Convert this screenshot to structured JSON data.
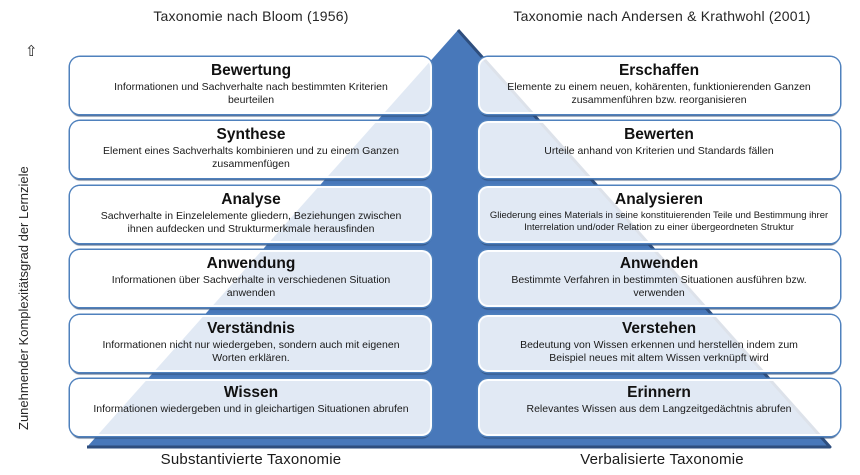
{
  "headers": {
    "left": "Taxonomie nach Bloom (1956)",
    "right": "Taxonomie nach Andersen & Krathwohl (2001)"
  },
  "axis": {
    "label": "Zunehmender Komplexitätsgrad der Lernziele",
    "arrow": "⇧"
  },
  "left": {
    "footer": "Substantivierte Taxonomie",
    "levels": [
      {
        "title": "Bewertung",
        "description": "Informationen und Sachverhalte nach bestimmten Kriterien beurteilen"
      },
      {
        "title": "Synthese",
        "description": "Element eines Sachverhalts kombinieren und zu einem Ganzen zusammenfügen"
      },
      {
        "title": "Analyse",
        "description": "Sachverhalte in Einzelelemente gliedern, Beziehungen zwischen ihnen aufdecken und Strukturmerkmale herausfinden"
      },
      {
        "title": "Anwendung",
        "description": "Informationen über Sachverhalte in verschiedenen Situation anwenden"
      },
      {
        "title": "Verständnis",
        "description": "Informationen nicht nur wiedergeben, sondern auch mit eigenen Worten erklären."
      },
      {
        "title": "Wissen",
        "description": "Informationen wiedergeben und in gleichartigen Situationen abrufen"
      }
    ]
  },
  "right": {
    "footer": "Verbalisierte Taxonomie",
    "levels": [
      {
        "title": "Erschaffen",
        "description": "Elemente zu einem neuen, kohärenten, funktionierenden Ganzen zusammenführen bzw. reorganisieren"
      },
      {
        "title": "Bewerten",
        "description": "Urteile anhand von Kriterien und Standards fällen"
      },
      {
        "title": "Analysieren",
        "description": "Gliederung eines Materials in seine konstituierenden Teile und Bestimmung ihrer Interrelation und/oder Relation zu einer übergeordneten Struktur"
      },
      {
        "title": "Anwenden",
        "description": "Bestimmte Verfahren in bestimmten Situationen ausführen bzw. verwenden"
      },
      {
        "title": "Verstehen",
        "description": "Bedeutung von Wissen erkennen und herstellen indem zum Beispiel neues mit altem Wissen verknüpft wird"
      },
      {
        "title": "Erinnern",
        "description": "Relevantes Wissen aus dem Langzeitgedächtnis abrufen"
      }
    ]
  },
  "colors": {
    "pyramid_fill": "#4878ba",
    "pyramid_edge": "#2e4e7e",
    "box_border": "#4f81bd"
  }
}
